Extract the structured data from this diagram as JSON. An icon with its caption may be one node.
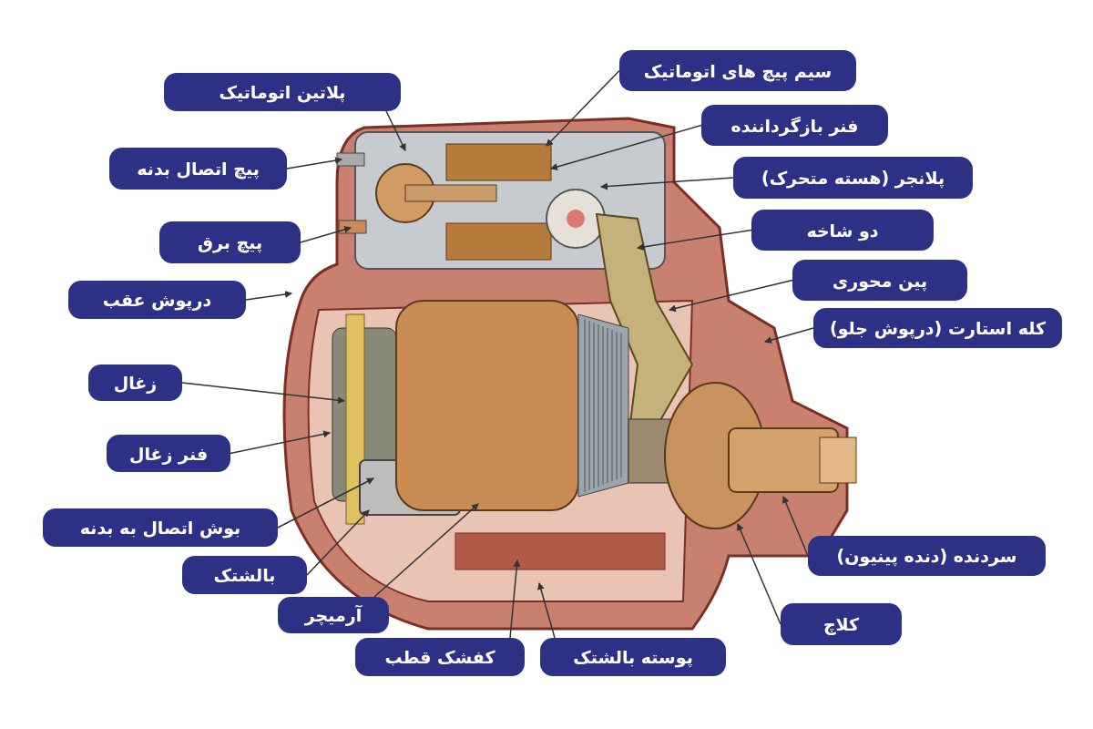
{
  "diagram": {
    "nodes": [
      {
        "text": [
          "سیم پیچ های اتوماتیک"
        ]
      },
      {
        "text": [
          "پلاتین اتوماتیک"
        ]
      },
      {
        "text": [
          "فنر بازگرداننده"
        ]
      },
      {
        "text": [
          "پیچ اتصال بدنه"
        ]
      },
      {
        "text": [
          "پلانجر (هسته متحرک)"
        ]
      },
      {
        "text": [
          "دو شاخه"
        ]
      },
      {
        "text": [
          "پیچ برق"
        ]
      },
      {
        "text": [
          "پین محوری"
        ]
      },
      {
        "text": [
          "درپوش عقب"
        ]
      },
      {
        "text": [
          "کله استارت (درپوش جلو)"
        ]
      },
      {
        "text": [
          "زغال"
        ]
      },
      {
        "text": [
          "فنر زغال"
        ]
      },
      {
        "text": [
          "بوش اتصال به بدنه"
        ]
      },
      {
        "text": [
          "سردنده (دنده پینیون)"
        ]
      },
      {
        "text": [
          "بالشتک"
        ]
      },
      {
        "text": [
          "آرمیچر"
        ]
      },
      {
        "text": [
          "کلاچ"
        ]
      },
      {
        "text": [
          "کفشک قطب"
        ]
      },
      {
        "text": [
          "پوسته بالشتک"
        ]
      }
    ],
    "edges": [
      {
        "from": 0,
        "to": null,
        "arrow": "to"
      },
      {
        "from": 1,
        "to": null,
        "arrow": "to"
      },
      {
        "from": 2,
        "to": null,
        "arrow": "to"
      },
      {
        "from": 3,
        "to": null,
        "arrow": "to"
      },
      {
        "from": 4,
        "to": null,
        "arrow": "to"
      },
      {
        "from": 5,
        "to": null,
        "arrow": "to"
      },
      {
        "from": 6,
        "to": null,
        "arrow": "to"
      },
      {
        "from": 7,
        "to": null,
        "arrow": "to"
      },
      {
        "from": 8,
        "to": null,
        "arrow": "to"
      },
      {
        "from": 9,
        "to": null,
        "arrow": "to"
      },
      {
        "from": 10,
        "to": null,
        "arrow": "to"
      },
      {
        "from": 11,
        "to": null,
        "arrow": "to"
      },
      {
        "from": 12,
        "to": null,
        "arrow": "to"
      },
      {
        "from": 13,
        "to": null,
        "arrow": "to"
      },
      {
        "from": 14,
        "to": null,
        "arrow": "to"
      },
      {
        "from": 15,
        "to": null,
        "arrow": "to"
      },
      {
        "from": 16,
        "to": null,
        "arrow": "to"
      },
      {
        "from": 17,
        "to": null,
        "arrow": "to"
      },
      {
        "from": 18,
        "to": null,
        "arrow": "to"
      }
    ]
  }
}
